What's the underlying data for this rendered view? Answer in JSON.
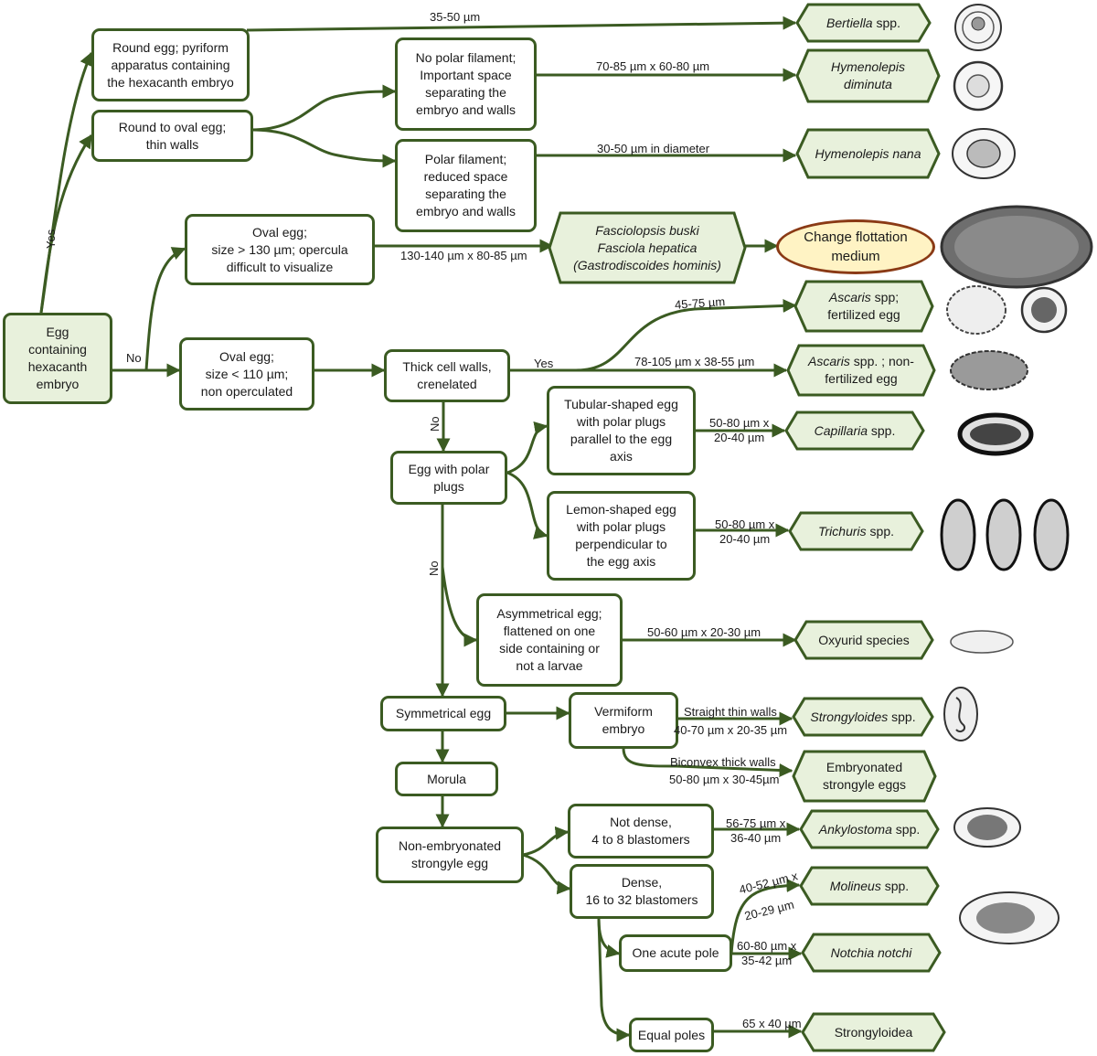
{
  "colors": {
    "border": "#3b5b22",
    "fill": "#e8f1dc",
    "oval_fill": "#fff3c4",
    "oval_border": "#8a3a15"
  },
  "nodes": {
    "root": "Egg\ncontaining\nhexacanth\nembryo",
    "round_pyriform": "Round egg; pyriform\napparatus containing\nthe hexacanth embryo",
    "round_oval_thin": "Round to oval egg;\nthin walls",
    "no_polar": "No polar filament;\nImportant space\nseparating the\nembryo and walls",
    "polar": "Polar filament;\nreduced space\nseparating the\nembryo and walls",
    "oval_large": "Oval egg;\nsize > 130 µm; opercula\ndifficult to visualize",
    "oval_small": "Oval egg;\nsize < 110 µm;\nnon operculated",
    "thick_walls": "Thick cell walls,\ncrenelated",
    "polar_plugs": "Egg with polar\nplugs",
    "tubular": "Tubular-shaped egg\nwith polar plugs\nparallel to the egg\naxis",
    "lemon": "Lemon-shaped egg\nwith polar plugs\nperpendicular to\nthe egg axis",
    "asymmetrical": "Asymmetrical egg;\nflattened on one\nside containing or\nnot a larvae",
    "symmetrical": "Symmetrical egg",
    "vermiform": "Vermiform\nembryo",
    "morula": "Morula",
    "non_embryonated": "Non-embryonated\nstrongyle egg",
    "not_dense": "Not dense,\n4 to 8 blastomers",
    "dense": "Dense,\n16 to 32 blastomers",
    "acute_pole": "One acute pole",
    "equal_poles": "Equal poles"
  },
  "results": {
    "bertiella": {
      "italic": "Bertiella",
      "rest": " spp."
    },
    "h_diminuta": {
      "italic": "Hymenolepis\ndiminuta",
      "rest": ""
    },
    "h_nana": {
      "italic": "Hymenolepis nana",
      "rest": ""
    },
    "fasciola": {
      "italic": "Fasciolopsis buski\nFasciola hepatica\n(Gastrodiscoides hominis)",
      "rest": ""
    },
    "ascaris_fert": {
      "italic": "Ascaris",
      "rest": " spp;\nfertilized egg"
    },
    "ascaris_nonfert": {
      "italic": "Ascaris",
      "rest": " spp. ; non-\nfertilized egg"
    },
    "capillaria": {
      "italic": "Capillaria",
      "rest": " spp."
    },
    "trichuris": {
      "italic": "Trichuris",
      "rest": " spp."
    },
    "oxyurid": {
      "italic": "",
      "rest": "Oxyurid species"
    },
    "strongyloides": {
      "italic": "Strongyloides",
      "rest": " spp."
    },
    "embryonated": {
      "italic": "",
      "rest": "Embryonated\nstrongyle eggs"
    },
    "ankylostoma": {
      "italic": "Ankylostoma",
      "rest": " spp."
    },
    "molineus": {
      "italic": "Molineus",
      "rest": " spp."
    },
    "notchia": {
      "italic": "Notchia notchi",
      "rest": ""
    },
    "strongyloidea": {
      "italic": "",
      "rest": "Strongyloidea"
    }
  },
  "flotation": "Change flottation\nmedium",
  "edge_labels": {
    "yes_top": "Yes",
    "no_root": "No",
    "bertiella_size": "35-50 µm",
    "diminuta_size": "70-85 µm x 60-80 µm",
    "nana_size": "30-50 µm in diameter",
    "fasciola_size": "130-140 µm x 80-85 µm",
    "ascaris_fert_size": "45-75 µm",
    "thick_yes": "Yes",
    "ascaris_nonfert_size": "78-105 µm x 38-55 µm",
    "thick_no": "No",
    "capillaria_size": "50-80 µm x\n20-40 µm",
    "trichuris_size": "50-80 µm x\n20-40 µm",
    "plugs_no": "No",
    "oxyurid_size": "50-60 µm x 20-30 µm",
    "straight_walls": "Straight thin walls",
    "strongyloides_size": "40-70 µm x 20-35 µm",
    "biconvex_walls": "Biconvex thick walls",
    "embryonated_size": "50-80 µm x 30-45µm",
    "ankylostoma_size": "56-75 µm x\n36-40 µm",
    "molineus_size_1": "40-52 µm x",
    "molineus_size_2": "20-29 µm",
    "notchia_size": "60-80 µm x\n35-42 µm",
    "strongyloidea_size": "65 x 40 µm"
  }
}
